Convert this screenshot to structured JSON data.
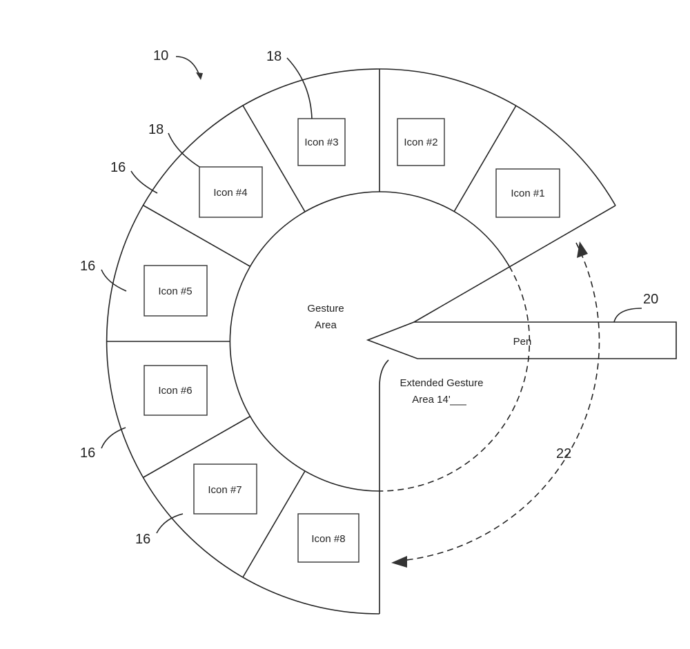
{
  "figure": {
    "gesture_area_line1": "Gesture",
    "gesture_area_line2": "Area",
    "extended_line1": "Extended Gesture",
    "extended_line2_prefix": "Area ",
    "extended_line2_ref": "14'",
    "pen_label": "Pen",
    "icons": [
      "Icon #1",
      "Icon #2",
      "Icon #3",
      "Icon #4",
      "Icon #5",
      "Icon #6",
      "Icon #7",
      "Icon #8"
    ],
    "refs": {
      "menu": "10",
      "icon_a": "18",
      "icon_b": "18",
      "sector_a": "16",
      "sector_b": "16",
      "sector_c": "16",
      "sector_d": "16",
      "pen": "20",
      "rotation": "22"
    }
  }
}
